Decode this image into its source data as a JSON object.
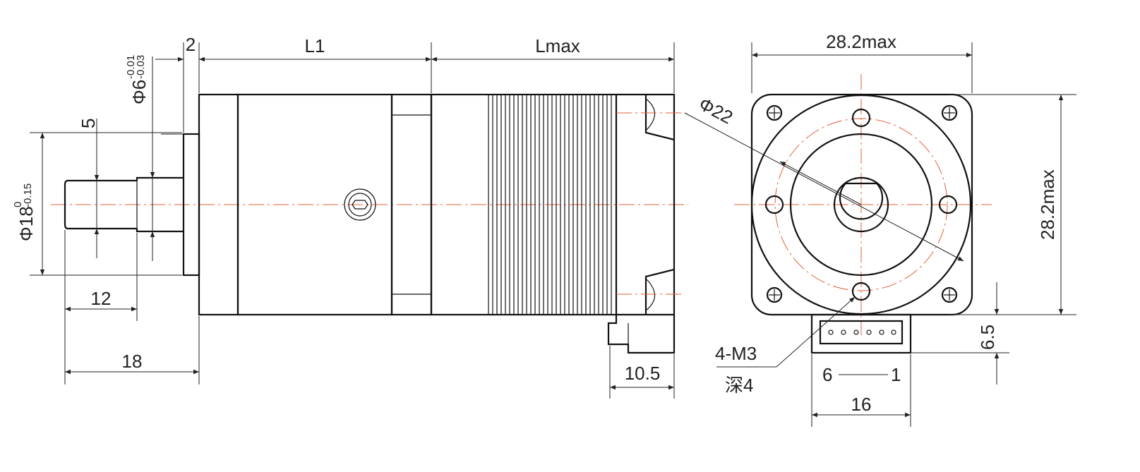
{
  "side_view": {
    "dims": {
      "gap": "2",
      "l1": "L1",
      "lmax": "Lmax",
      "shaft_dia_main": "Φ6",
      "shaft_dia_tol_upper": "-0.01",
      "shaft_dia_tol_lower": "-0.03",
      "flat": "5",
      "boss_dia_main": "Φ18",
      "boss_dia_tol_upper": "0",
      "boss_dia_tol_lower": "-0.15",
      "shaft_len": "12",
      "total_shaft": "18",
      "conn_width": "10.5"
    }
  },
  "front_view": {
    "dims": {
      "width": "28.2max",
      "height": "28.2max",
      "pcd": "Φ22",
      "holes": "4-M3",
      "depth": "深4",
      "conn_offset": "6.5",
      "conn_width": "16",
      "pin_left": "6",
      "pin_right": "1"
    }
  },
  "colors": {
    "line": "#111111",
    "centerline": "#e0603a"
  }
}
